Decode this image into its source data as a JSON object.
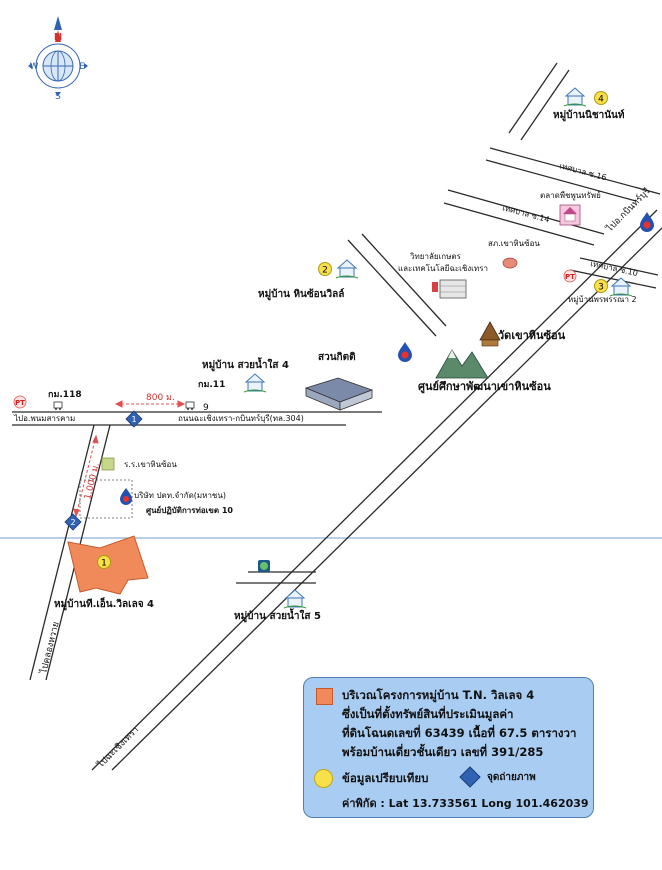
{
  "compass": {
    "n": "N",
    "s": "S",
    "e": "E",
    "w": "W"
  },
  "villages": {
    "v1": {
      "num": "1",
      "name": "หมู่บ้านที.เอ็น.วิลเลจ 4"
    },
    "v2": {
      "num": "2",
      "name": "หมู่บ้าน หินซ้อนวิลล์"
    },
    "v3": {
      "num": "3",
      "name": "หมู่บ้านพรพรรณา 2"
    },
    "v4": {
      "num": "4",
      "name": "หมู่บ้านนิชานันท์"
    },
    "v5": {
      "name": "หมู่บ้าน สวยน้ำใส 5"
    },
    "v6": {
      "name": "หมู่บ้าน สวยน้ำใส 4"
    }
  },
  "places": {
    "km118": "กม.118",
    "km11": "กม.11",
    "km9": "9",
    "suan_kit": "สวนกิตติ",
    "wat": "วัดเขาหินซ้อน",
    "center": "ศูนย์ศึกษาพัฒนาเขาหินซ้อน",
    "college_1": "วิทยาลัยเกษตร",
    "college_2": "และเทคโนโลยีฉะเชิงเทรา",
    "police": "สภ.เขาหินซ้อน",
    "market": "ตลาดพืชพูนทรัพย์",
    "school": "ร.ร.เขาหินซ้อน",
    "company_1": "บริษัท ปตท.จำกัด(มหาชน)",
    "company_2": "ศูนย์ปฏิบัติการท่อเขต 10"
  },
  "roads": {
    "main": "ถนนฉะเชิงเทรา-กบินทร์บุรี(ทล.304)",
    "to_phanom": "ไปอ.พนมสารคาม",
    "to_kabin": "ไปอ.กบินทร์บุรี",
    "to_chachoeng": "ไปฉะเชิงเทรา",
    "to_klong": "ไปคลองหวาย",
    "tessaban16": "เทศบาล ซ.16",
    "tessaban14": "เทศบาล ซ.14",
    "tessaban10": "เทศบาล ซ.10",
    "dist_800": "800 ม.",
    "dist_1000": "1,000 ม."
  },
  "markers": {
    "m1": "1",
    "m2": "2"
  },
  "legend": {
    "line1": "บริเวณโครงการหมู่บ้าน T.N. วิลเลจ 4",
    "line2": "ซึ่งเป็นที่ตั้งทรัพย์สินที่ประเมินมูลค่า",
    "line3": "ที่ดินโฉนดเลขที่ 63439 เนื้อที่ 67.5 ตารางวา",
    "line4": "พร้อมบ้านเดี่ยวชั้นเดียว เลขที่ 391/285",
    "line5": "ข้อมูลเปรียบเทียบ",
    "line6": "จุดถ่ายภาพ",
    "line7": "ค่าพิกัด : Lat 13.733561  Long 101.462039"
  },
  "colors": {
    "subject": "#f08a5a",
    "comparable": "#f8e04a",
    "photo_marker": "#2f62b3",
    "legend_bg": "#a9cdf2",
    "road": "#2b2b2b"
  }
}
